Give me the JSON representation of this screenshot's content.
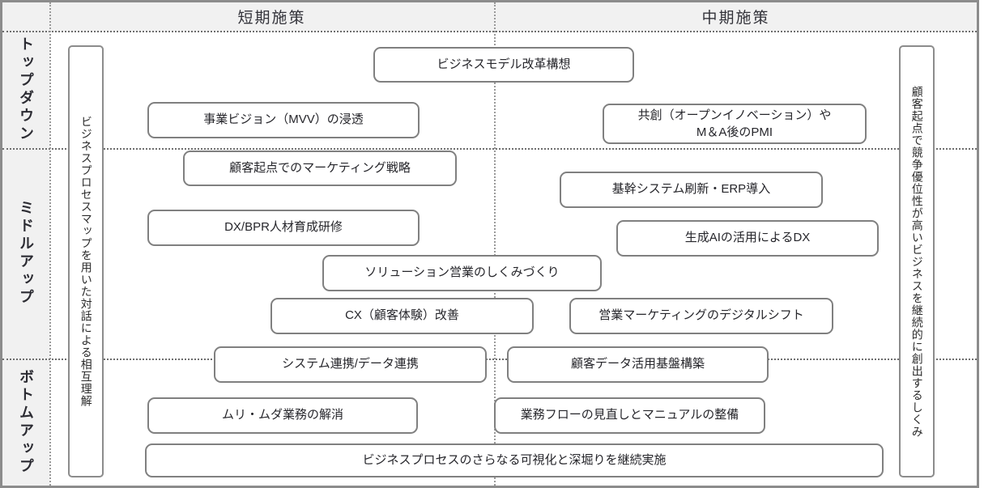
{
  "title_header": {
    "corner": "",
    "columns": [
      {
        "id": "short-term",
        "label": "短期施策"
      },
      {
        "id": "mid-term",
        "label": "中期施策"
      }
    ]
  },
  "row_labels": [
    {
      "id": "top-down",
      "label": "トップダウン"
    },
    {
      "id": "middle-up",
      "label": "ミドルアップ"
    },
    {
      "id": "bottom-up",
      "label": "ボトムアップ"
    }
  ],
  "side_bands": {
    "left": "ビジネスプロセスマップを用いた対話による相互理解",
    "right": "顧客起点で競争優位性が高いビジネスを継続的に創出するしくみ"
  },
  "boxes": [
    {
      "id": "business-model-reform",
      "label": "ビジネスモデル改革構想"
    },
    {
      "id": "mvv-penetration",
      "label": "事業ビジョン（MVV）の浸透"
    },
    {
      "id": "co-creation-pmi-l1",
      "label": "共創（オープンイノベーション）や"
    },
    {
      "id": "co-creation-pmi-l2",
      "label": "M＆A後のPMI"
    },
    {
      "id": "customer-centric-mktg",
      "label": "顧客起点でのマーケティング戦略"
    },
    {
      "id": "core-system-erp",
      "label": "基幹システム刷新・ERP導入"
    },
    {
      "id": "dx-bpr-training",
      "label": "DX/BPR人材育成研修"
    },
    {
      "id": "genai-dx",
      "label": "生成AIの活用によるDX"
    },
    {
      "id": "solution-sales",
      "label": "ソリューション営業のしくみづくり"
    },
    {
      "id": "cx-improvement",
      "label": "CX（顧客体験）改善"
    },
    {
      "id": "sales-mktg-digital",
      "label": "営業マーケティングのデジタルシフト"
    },
    {
      "id": "system-data-linkage",
      "label": "システム連携/データ連携"
    },
    {
      "id": "customer-data-platform",
      "label": "顧客データ活用基盤構築"
    },
    {
      "id": "waste-elimination",
      "label": "ムリ・ムダ業務の解消"
    },
    {
      "id": "workflow-manual",
      "label": "業務フローの見直しとマニュアルの整備"
    },
    {
      "id": "process-visualization",
      "label": "ビジネスプロセスのさらなる可視化と深堀りを継続実施"
    }
  ],
  "colors": {
    "frame": "#8c8c8c",
    "header_bg": "#f1f1f1",
    "box_border": "#808080",
    "box_fill": "#ffffff",
    "text": "#26262b",
    "grid_dotted": "#6e6e6e"
  }
}
